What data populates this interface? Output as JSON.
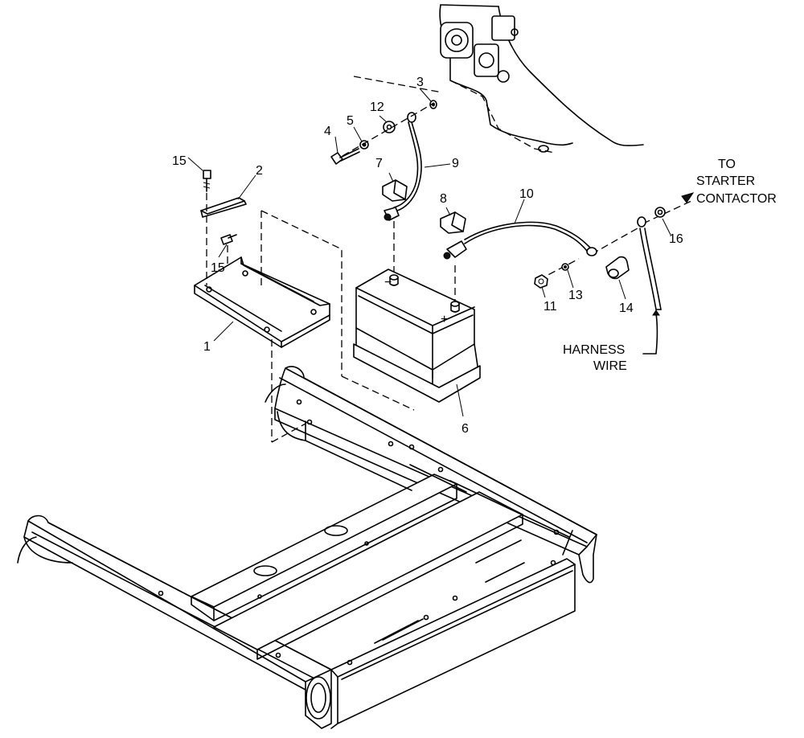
{
  "callouts": {
    "c1": "1",
    "c2": "2",
    "c3": "3",
    "c4": "4",
    "c5": "5",
    "c6": "6",
    "c7": "7",
    "c8": "8",
    "c9": "9",
    "c10": "10",
    "c11": "11",
    "c12": "12",
    "c13": "13",
    "c14": "14",
    "c15a": "15",
    "c15b": "15",
    "c16": "16"
  },
  "battery": {
    "neg": "−",
    "pos": "+"
  },
  "notes": {
    "to_starter_1": "TO",
    "to_starter_2": "STARTER",
    "to_starter_3": "CONTACTOR",
    "harness_1": "HARNESS",
    "harness_2": "WIRE"
  }
}
